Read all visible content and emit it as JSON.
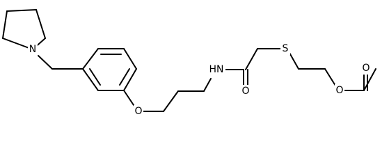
{
  "figure": {
    "type": "chemical-structure",
    "background_color": "#ffffff",
    "line_color": "#000000"
  },
  "atoms": {
    "pyrrolidine_nitrogen": "N",
    "ether_oxygen": "O",
    "amide_nitrogen": "HN",
    "carbonyl_oxygen": "O",
    "thioether_sulfur": "S",
    "ester_oxygen": "O",
    "ester_carbonyl_oxygen": "O"
  }
}
